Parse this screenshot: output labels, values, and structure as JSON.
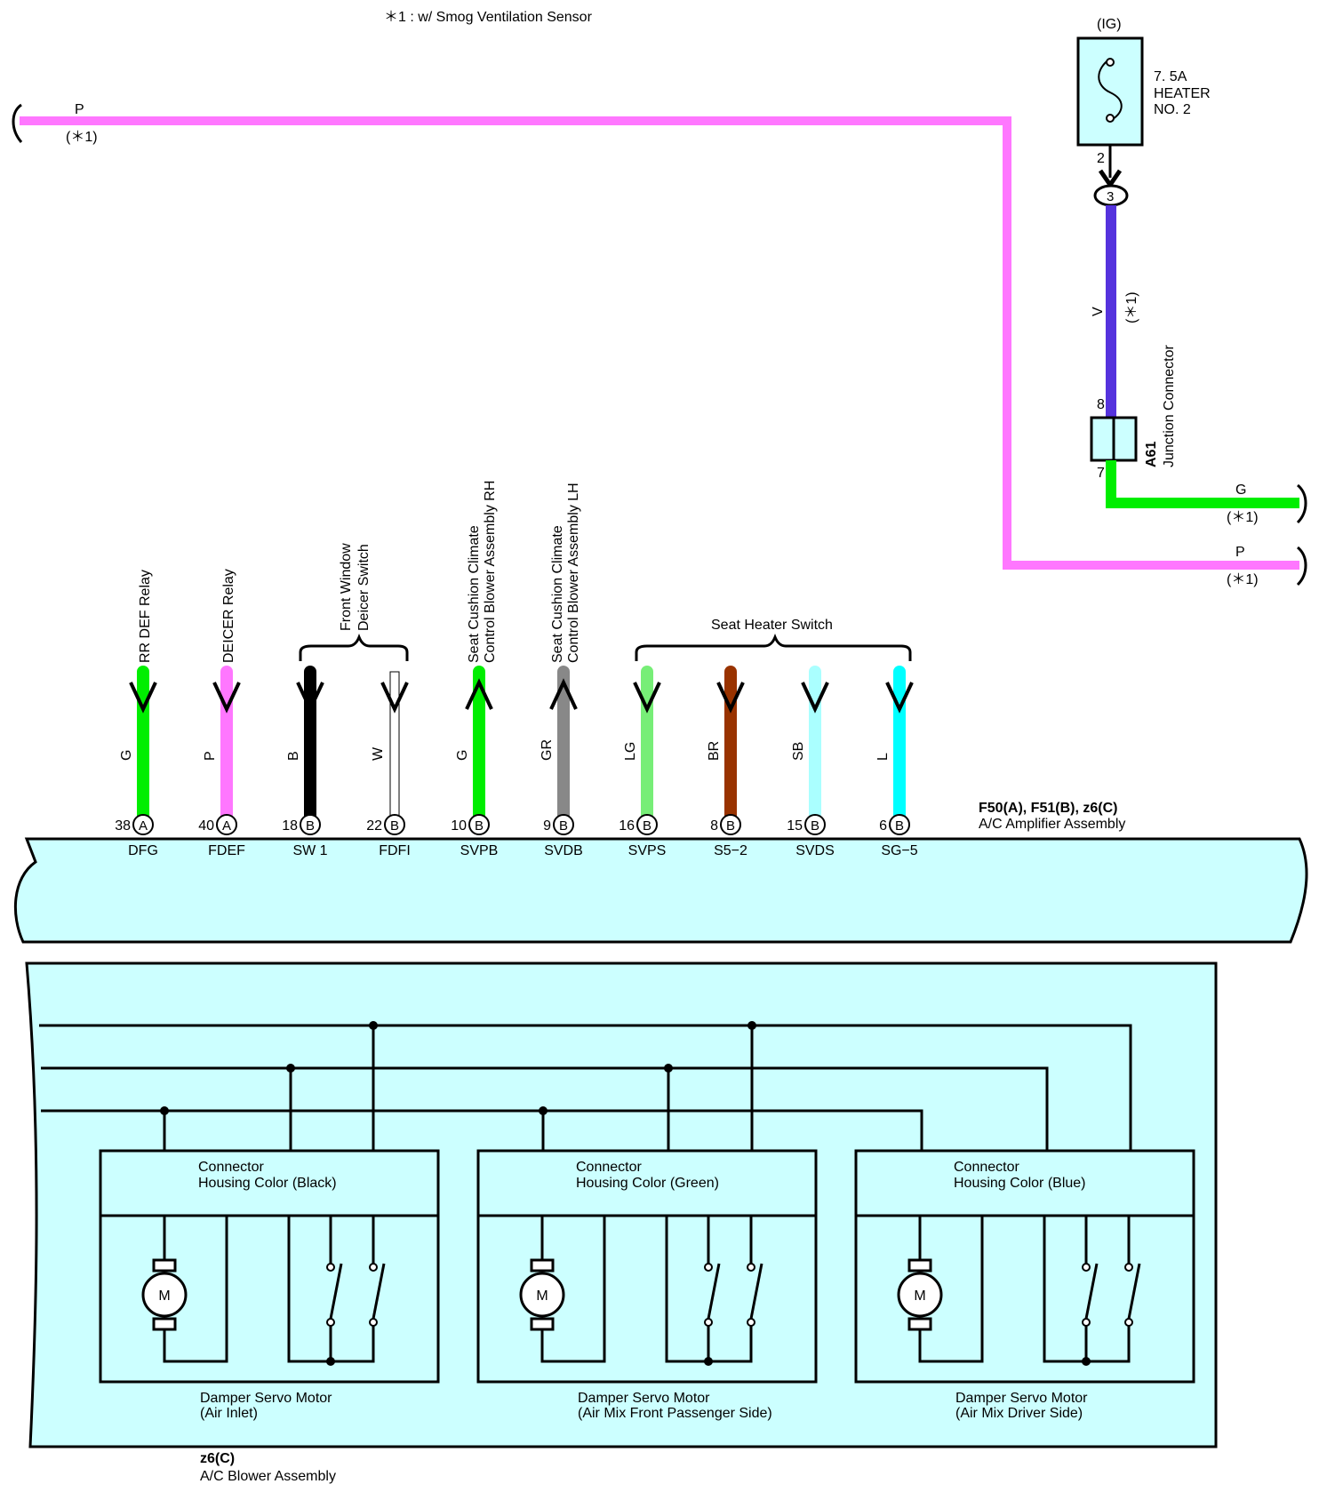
{
  "note": "＊1 : w/ Smog Ventilation Sensor",
  "wires": {
    "top_p": {
      "color": "P",
      "note": "(＊1)"
    },
    "v_wire": {
      "color": "V",
      "note": "(＊1)"
    },
    "g_right": {
      "color": "G",
      "note": "(＊1)"
    },
    "p_right": {
      "color": "P",
      "note": "(＊1)"
    }
  },
  "fuse": {
    "ig": "(IG)",
    "rating": "7. 5A",
    "name1": "HEATER",
    "name2": "NO. 2",
    "pin_out": "2",
    "conn_pin": "3"
  },
  "junction": {
    "id": "A61",
    "name": "Junction Connector",
    "pin_in": "8",
    "pin_out": "7"
  },
  "devices": {
    "rr_def": "RR DEF Relay",
    "deicer": "DEICER Relay",
    "front_deicer_1": "Front Window",
    "front_deicer_2": "Deicer Switch",
    "seat_rh_1": "Seat Cushion Climate",
    "seat_rh_2": "Control Blower Assembly RH",
    "seat_lh_1": "Seat Cushion Climate",
    "seat_lh_2": "Control Blower Assembly LH",
    "seat_heater": "Seat Heater Switch"
  },
  "amplifier": {
    "connectors": "F50(A), F51(B), z6(C)",
    "name": "A/C Amplifier Assembly"
  },
  "terminals": [
    {
      "pin": "38",
      "conn": "A",
      "name": "DFG",
      "wire": "G",
      "hex": "#00ee00",
      "dir": "in"
    },
    {
      "pin": "40",
      "conn": "A",
      "name": "FDEF",
      "wire": "P",
      "hex": "#ff77ff",
      "dir": "in"
    },
    {
      "pin": "18",
      "conn": "B",
      "name": "SW 1",
      "wire": "B",
      "hex": "#000000",
      "dir": "in"
    },
    {
      "pin": "22",
      "conn": "B",
      "name": "FDFI",
      "wire": "W",
      "hex": "#ffffff",
      "dir": "in"
    },
    {
      "pin": "10",
      "conn": "B",
      "name": "SVPB",
      "wire": "G",
      "hex": "#00ee00",
      "dir": "out"
    },
    {
      "pin": "9",
      "conn": "B",
      "name": "SVDB",
      "wire": "GR",
      "hex": "#888888",
      "dir": "out"
    },
    {
      "pin": "16",
      "conn": "B",
      "name": "SVPS",
      "wire": "LG",
      "hex": "#77ee77",
      "dir": "in"
    },
    {
      "pin": "8",
      "conn": "B",
      "name": "S5−2",
      "wire": "BR",
      "hex": "#993300",
      "dir": "in"
    },
    {
      "pin": "15",
      "conn": "B",
      "name": "SVDS",
      "wire": "SB",
      "hex": "#aaffff",
      "dir": "in"
    },
    {
      "pin": "6",
      "conn": "B",
      "name": "SG−5",
      "wire": "L",
      "hex": "#00ffff",
      "dir": "in"
    }
  ],
  "motors": [
    {
      "housing_1": "Connector",
      "housing_2": "Housing Color (Black)",
      "name_1": "Damper Servo Motor",
      "name_2": "(Air Inlet)",
      "symbol": "M"
    },
    {
      "housing_1": "Connector",
      "housing_2": "Housing Color (Green)",
      "name_1": "Damper Servo Motor",
      "name_2": "(Air Mix Front Passenger Side)",
      "symbol": "M"
    },
    {
      "housing_1": "Connector",
      "housing_2": "Housing Color (Blue)",
      "name_1": "Damper Servo Motor",
      "name_2": "(Air Mix Driver Side)",
      "symbol": "M"
    }
  ],
  "blower": {
    "connector": "z6(C)",
    "name": "A/C Blower Assembly"
  },
  "colors": {
    "body_fill": "#ccffff",
    "pink": "#ff77ff",
    "violet": "#5533dd",
    "green": "#00ee00"
  }
}
